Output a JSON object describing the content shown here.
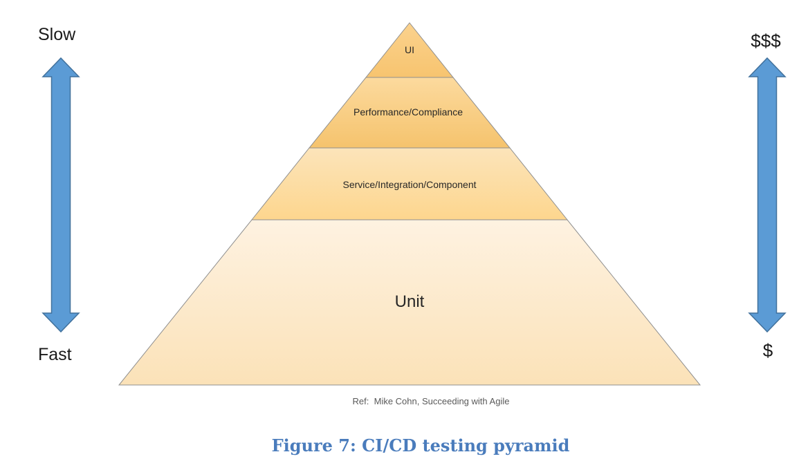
{
  "figure": {
    "speed_axis": {
      "top_label": "Slow",
      "bottom_label": "Fast"
    },
    "cost_axis": {
      "top_label": "$$$",
      "bottom_label": "$"
    },
    "pyramid": {
      "layers": [
        {
          "label": "UI"
        },
        {
          "label": "Performance/Compliance"
        },
        {
          "label": "Service/Integration/Component"
        },
        {
          "label": "Unit"
        }
      ]
    },
    "reference": "Ref:  Mike Cohn, Succeeding with Agile",
    "caption": "Figure 7: CI/CD testing pyramid"
  },
  "colors": {
    "arrow_fill": "#5B9BD5",
    "arrow_stroke": "#41719C",
    "pyramid_outline": "#8F8F8F",
    "layer_text": "#262626",
    "reference_text": "#595959",
    "caption_text": "#4A7CBC",
    "layer_gradients": [
      {
        "top": "#FBD28E",
        "bottom": "#F7C46F"
      },
      {
        "top": "#FCDA9E",
        "bottom": "#F5C36D"
      },
      {
        "top": "#FCE4BA",
        "bottom": "#FDD68E"
      },
      {
        "top": "#FEF2E1",
        "bottom": "#FBE2B8"
      }
    ]
  }
}
